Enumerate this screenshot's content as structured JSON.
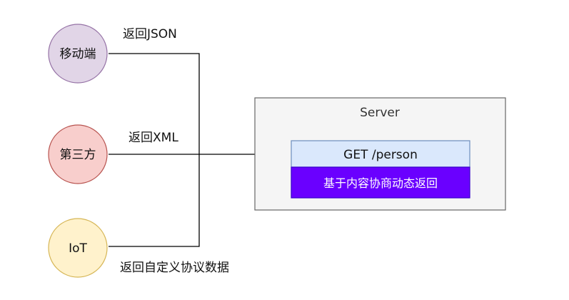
{
  "clients": [
    {
      "label": "移动端",
      "fill": "#e1d5e7",
      "stroke": "#9673a6"
    },
    {
      "label": "第三方",
      "fill": "#f8cecc",
      "stroke": "#b85450"
    },
    {
      "label": "IoT",
      "fill": "#fff2cc",
      "stroke": "#d6b656"
    }
  ],
  "edge_labels": {
    "mobile": "返回JSON",
    "third_party": "返回XML",
    "iot": "返回自定义协议数据"
  },
  "server": {
    "title": "Server",
    "fill": "#f5f5f5",
    "stroke": "#666666",
    "endpoint": {
      "label": "GET /person",
      "fill": "#dae8fc",
      "stroke": "#6c8ebf"
    },
    "strategy": {
      "label": "基于内容协商动态返回",
      "fill": "#6a00ff",
      "stroke": "#3700cc"
    }
  },
  "connector_color": "#000000"
}
